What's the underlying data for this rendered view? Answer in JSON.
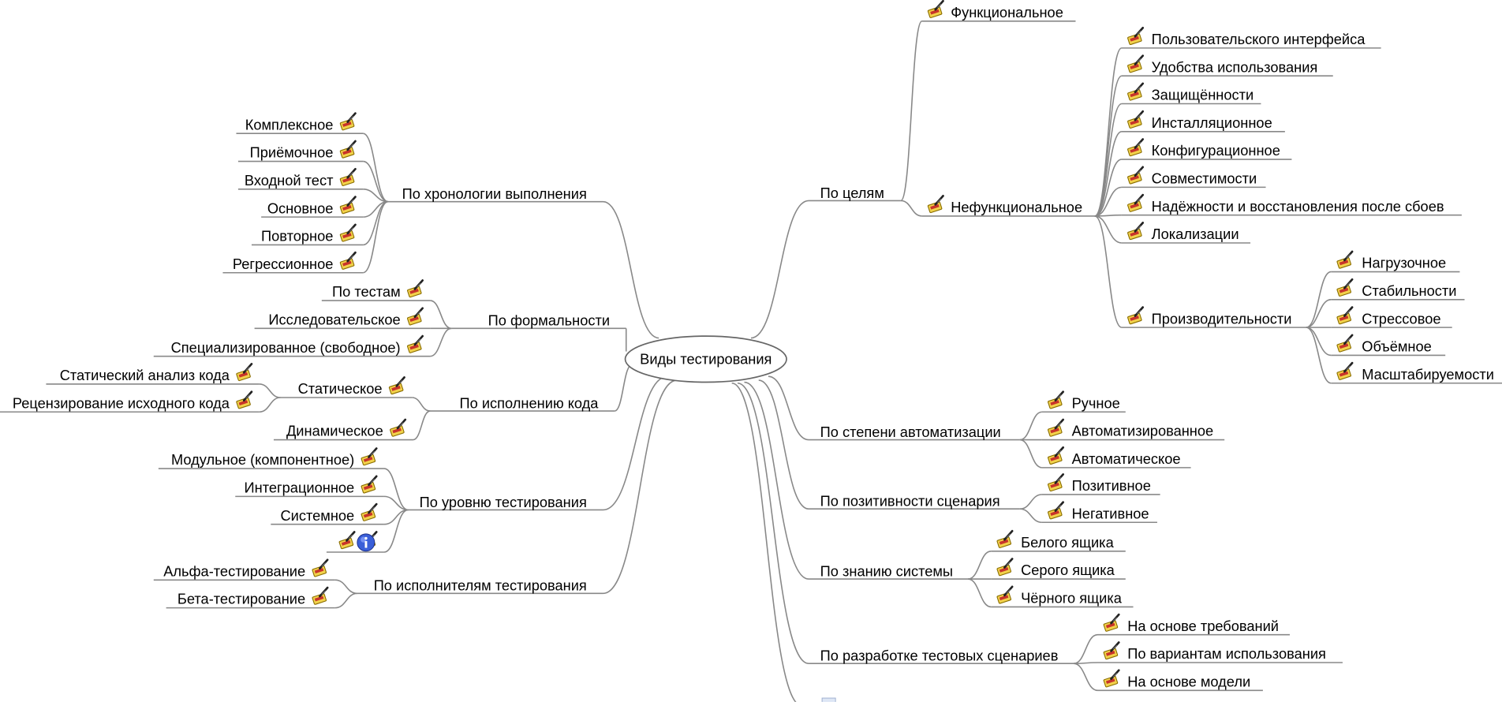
{
  "root": {
    "label": "Виды тестирования"
  },
  "left": [
    {
      "label": "По хронологии выполнения",
      "children": [
        "Комплексное",
        "Приёмочное",
        "Входной тест",
        "Основное",
        "Повторное",
        "Регрессионное"
      ]
    },
    {
      "label": "По формальности",
      "children": [
        "По тестам",
        "Исследовательское",
        "Специализированное (свободное)"
      ]
    },
    {
      "label": "По исполнению кода",
      "children": [
        {
          "label": "Статическое",
          "children": [
            "Статический анализ кода",
            "Рецензирование исходного кода"
          ]
        },
        {
          "label": "Динамическое"
        }
      ]
    },
    {
      "label": "По уровню тестирования",
      "children": [
        "Модульное (компонентное)",
        "Интеграционное",
        "Системное",
        ""
      ]
    },
    {
      "label": "По исполнителям тестирования",
      "children": [
        "Альфа-тестирование",
        "Бета-тестирование"
      ]
    }
  ],
  "right": [
    {
      "label": "По целям",
      "children": [
        {
          "label": "Функциональное"
        },
        {
          "label": "Нефункциональное",
          "children": [
            "Пользовательского интерфейса",
            "Удобства использования",
            "Защищённости",
            "Инсталляционное",
            "Конфигурационное",
            "Совместимости",
            "Надёжности и восстановления после сбоев",
            "Локализации",
            {
              "label": "Производительности",
              "children": [
                "Нагрузочное",
                "Стабильности",
                "Стрессовое",
                "Объёмное",
                "Масштабируемости"
              ]
            }
          ]
        }
      ]
    },
    {
      "label": "По степени автоматизации",
      "children": [
        "Ручное",
        "Автоматизированное",
        "Автоматическое"
      ]
    },
    {
      "label": "По позитивности сценария",
      "children": [
        "Позитивное",
        "Негативное"
      ]
    },
    {
      "label": "По знанию системы",
      "children": [
        "Белого ящика",
        "Серого ящика",
        "Чёрного ящика"
      ]
    },
    {
      "label": "По разработке тестовых сценариев",
      "children": [
        "На основе требований",
        "По вариантам использования",
        "На основе модели"
      ]
    }
  ],
  "icons": {
    "topic_icon": "brush-icon",
    "note_icon": "info-icon"
  }
}
